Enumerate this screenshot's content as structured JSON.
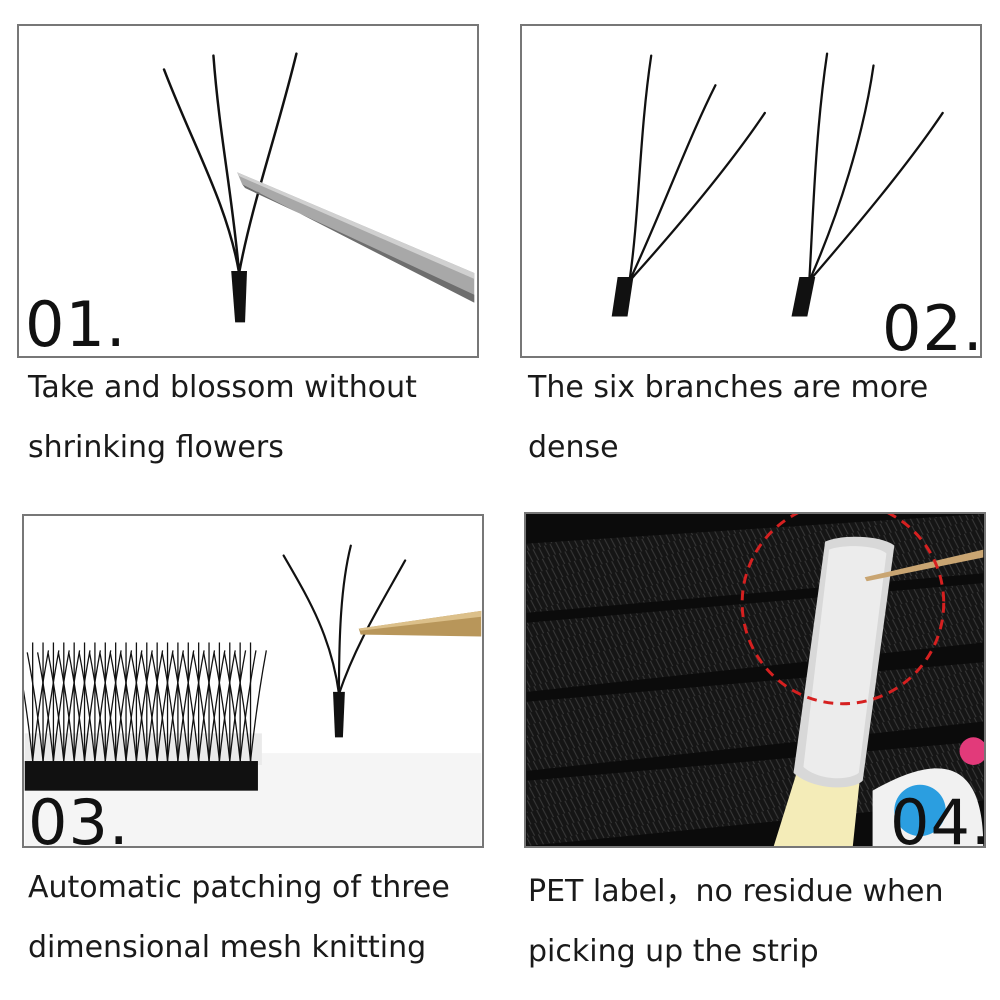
{
  "panels": [
    {
      "number": "01.",
      "caption_line1": "Take and blossom without",
      "caption_line2": "shrinking flowers"
    },
    {
      "number": "02.",
      "caption_line1": "The six branches are more",
      "caption_line2": "dense"
    },
    {
      "number": "03.",
      "caption_line1": "Automatic patching of three",
      "caption_line2": "dimensional mesh knitting"
    },
    {
      "number": "04.",
      "caption_line1": "PET label，no residue when",
      "caption_line2": "picking up the strip"
    }
  ],
  "colors": {
    "frame": "#777777",
    "lash": "#111111",
    "tweezer_silver": "#9a9a9a",
    "tweezer_gold": "#b8965a",
    "highlight_circle": "#d62020"
  }
}
